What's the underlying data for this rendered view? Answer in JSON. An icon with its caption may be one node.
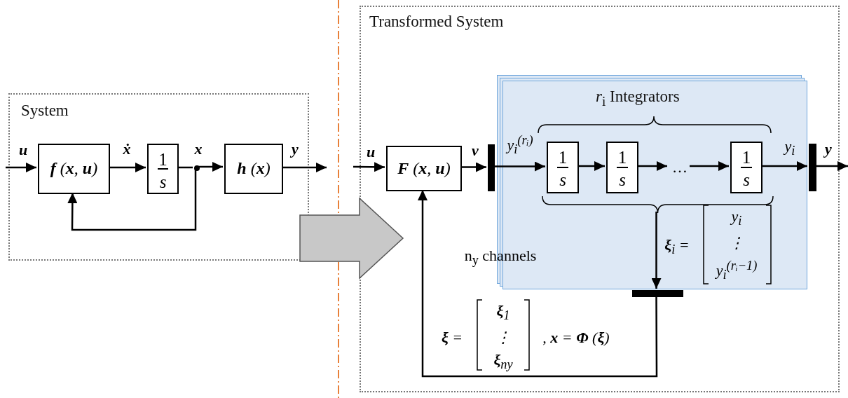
{
  "diagram": {
    "nodes": [
      {
        "text": [
          "System"
        ]
      },
      {
        "text": [
          "**f** (**x**, **u**)"
        ],
        "in": 0
      },
      {
        "text": [
          "1",
          "s"
        ],
        "in": 0
      },
      {
        "text": [],
        "shape": "circle",
        "in": 0
      },
      {
        "text": [
          "**h** (**x**)"
        ],
        "in": 0
      },
      {
        "text": [
          "Transformed System"
        ]
      },
      {
        "text": [
          "**F** (**x**, **u**)"
        ],
        "in": 5
      },
      {
        "text": [],
        "shape": "bar",
        "in": 5
      },
      {
        "text": [
          "*r*$_{i}$ Integrators"
        ],
        "in": 5
      },
      {
        "text": [
          "1",
          "s"
        ],
        "in": 8
      },
      {
        "text": [
          "1",
          "s"
        ],
        "in": 8
      },
      {
        "text": [
          "1",
          "s"
        ],
        "in": 8
      },
      {
        "text": [],
        "shape": "bar",
        "in": 5
      },
      {
        "text": [],
        "shape": "bar",
        "in": 5
      },
      {
        "text": [
          "…"
        ],
        "in": 8
      },
      {
        "text": [],
        "shape": "brace",
        "in": 8
      }
    ],
    "edges": [
      {
        "from": null,
        "to": 1,
        "arrow": "to",
        "label": "u"
      },
      {
        "from": 1,
        "to": 2,
        "arrow": "to",
        "label": "ẋ"
      },
      {
        "from": 2,
        "to": 3,
        "arrow": "none"
      },
      {
        "from": 3,
        "to": 4,
        "arrow": "to",
        "label": "x"
      },
      {
        "from": 3,
        "to": 1,
        "arrow": "to"
      },
      {
        "from": 4,
        "to": null,
        "arrow": "to",
        "label": "y"
      },
      {
        "from": 0,
        "to": 5,
        "arrow": "to",
        "style": "thick",
        "color": "#c8c8c8"
      },
      {
        "from": null,
        "to": 6,
        "arrow": "to",
        "label": "u"
      },
      {
        "from": 6,
        "to": 7,
        "arrow": "to",
        "label": "ν"
      },
      {
        "from": 7,
        "to": 9,
        "arrow": "to",
        "label": "y$_{i}$$^{(rᵢ)}$"
      },
      {
        "from": 9,
        "to": 10,
        "arrow": "to"
      },
      {
        "from": 10,
        "to": 14,
        "arrow": "to"
      },
      {
        "from": 14,
        "to": 11,
        "arrow": "to"
      },
      {
        "from": 11,
        "to": 12,
        "arrow": "to",
        "label": "y$_{i}$"
      },
      {
        "from": 12,
        "to": null,
        "arrow": "to",
        "label": "y"
      },
      {
        "from": 15,
        "to": 13,
        "arrow": "to"
      },
      {
        "from": 13,
        "to": 6,
        "arrow": "to"
      }
    ],
    "labels": [
      "n$_{y}$ channels",
      "**ξ**$_{i}$ =",
      "y$_{i}$",
      "⋮",
      "y$_{i}$$^{(rᵢ−1)}$",
      "**ξ** =",
      "**ξ**$_{1}$",
      "⋮",
      "**ξ**$_{ny}$",
      ", **x** = **Φ** (**ξ**)"
    ]
  }
}
